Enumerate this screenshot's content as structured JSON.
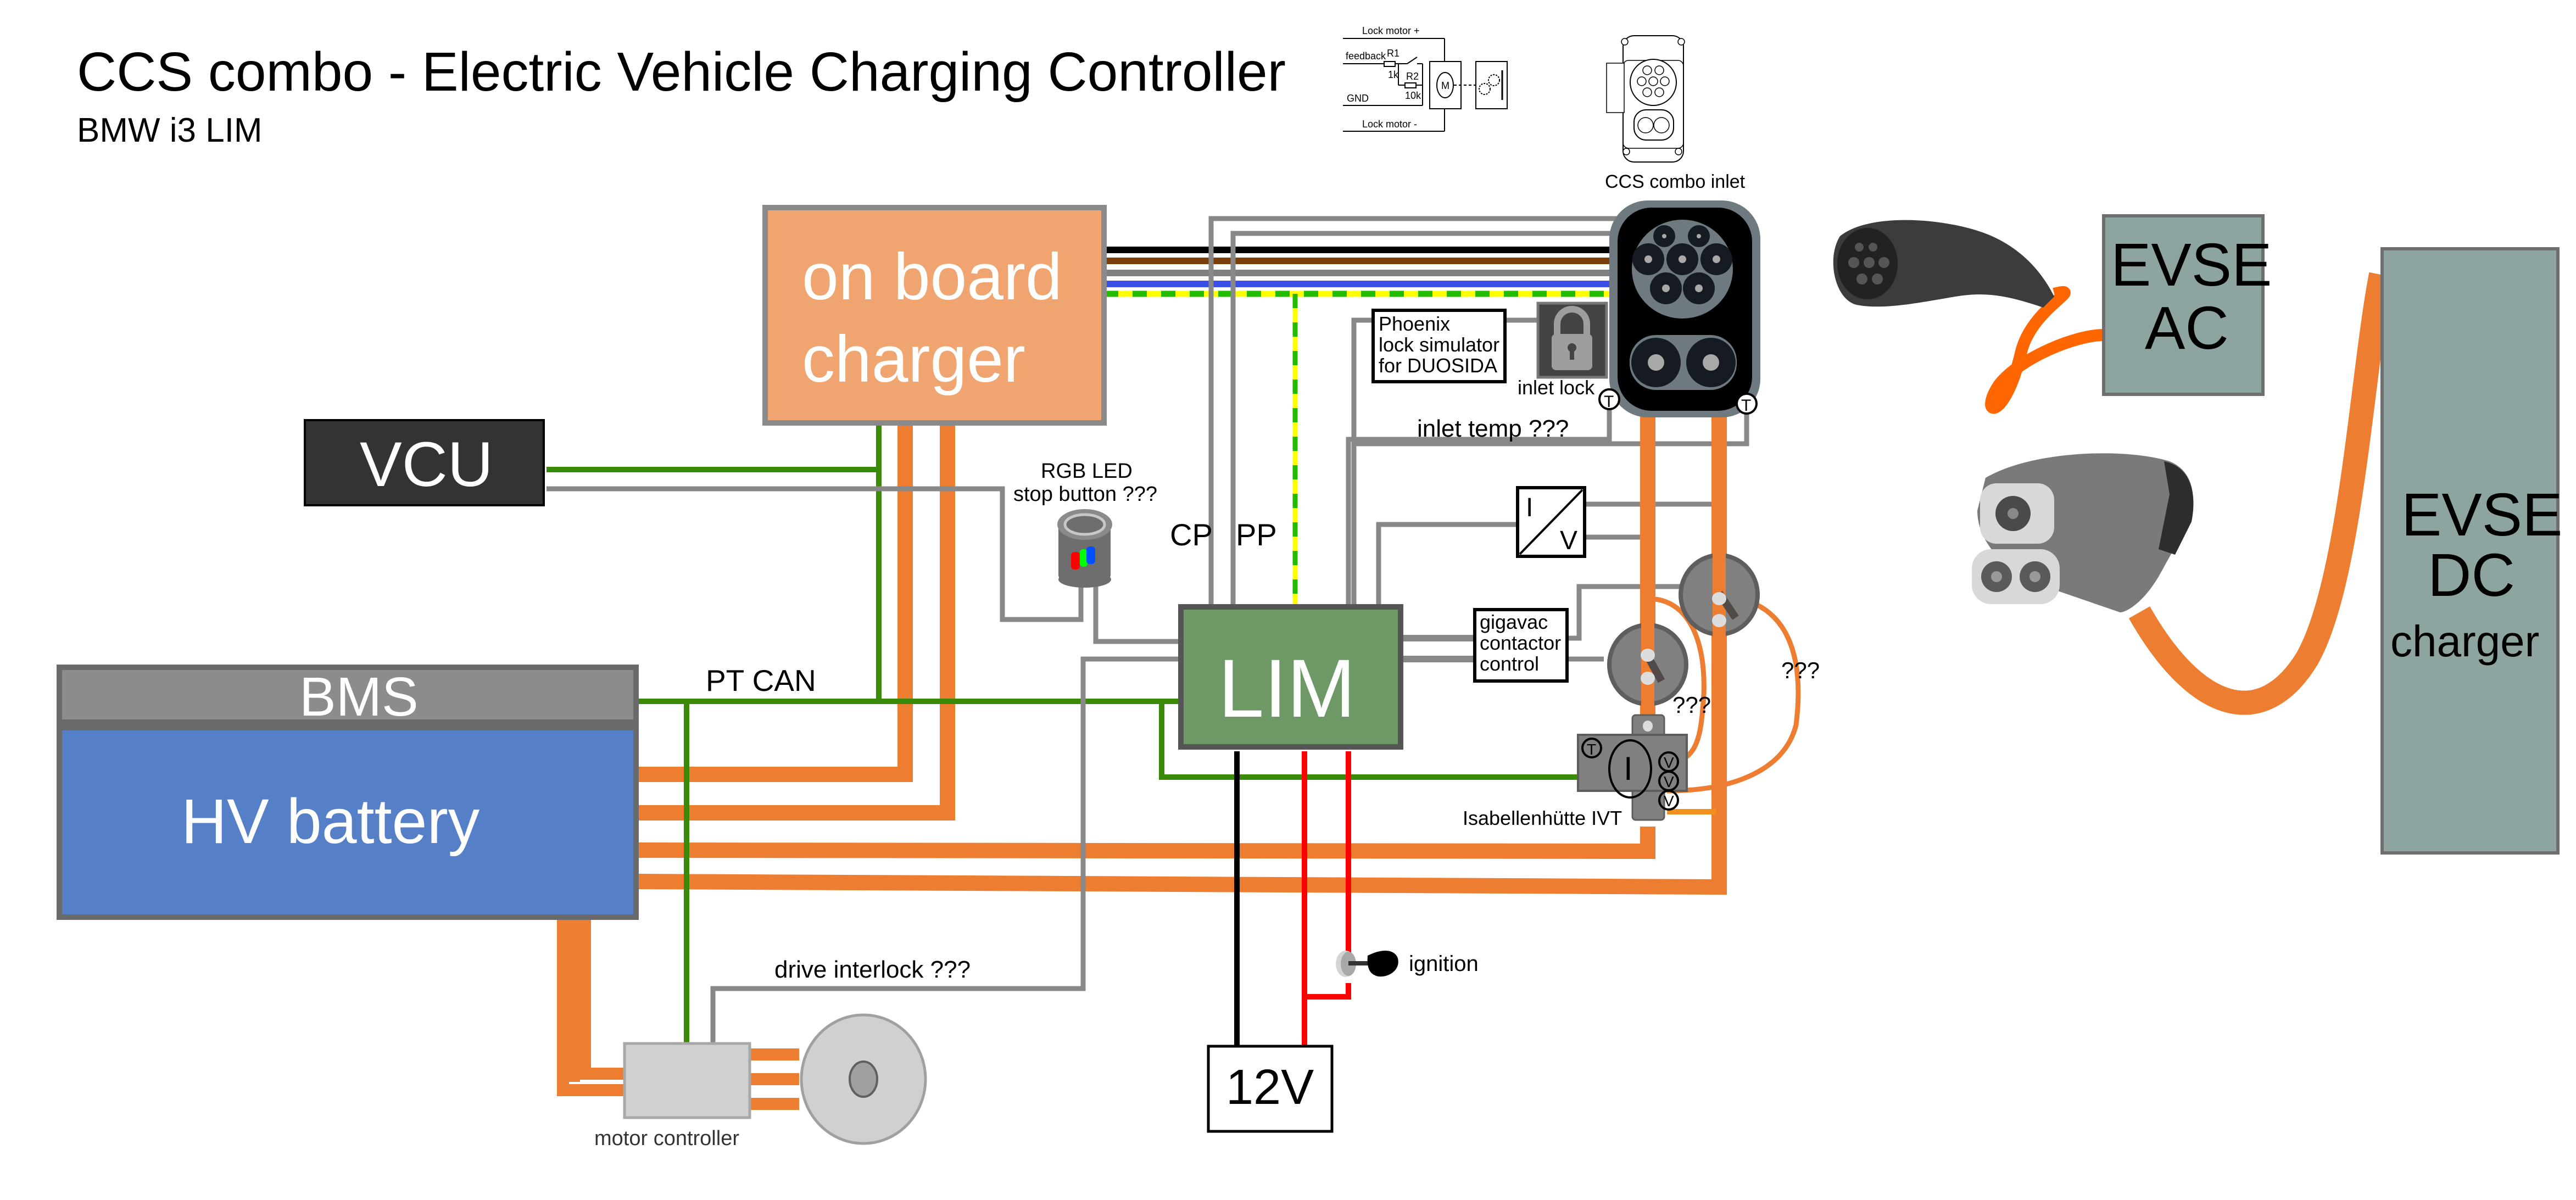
{
  "header": {
    "title": "CCS combo - Electric Vehicle Charging Controller",
    "subtitle": "BMW i3 LIM"
  },
  "lock_schematic": {
    "lines": [
      "Lock motor +",
      "feedback",
      "GND",
      "Lock motor -"
    ],
    "r1_label": "R1",
    "r1_value": "1k",
    "r2_label": "R2",
    "r2_value": "10k",
    "motor_label": "M",
    "inlet_caption": "CCS combo inlet"
  },
  "components": {
    "on_board_charger": {
      "line1": "on board",
      "line2": "charger",
      "color": "#f0a570"
    },
    "vcu": {
      "label": "VCU",
      "color": "#333333"
    },
    "bms": {
      "label": "BMS",
      "color": "#8c8c8c"
    },
    "hv_battery": {
      "label": "HV battery",
      "color": "#5580c8"
    },
    "lim": {
      "label": "LIM",
      "color": "#6e9966"
    },
    "lock_simulator": {
      "line1": "Phoenix",
      "line2": "lock simulator",
      "line3": "for DUOSIDA"
    },
    "inlet_lock": {
      "label": "inlet lock"
    },
    "current_converter": {
      "i": "I",
      "v": "V"
    },
    "gigavac": {
      "line1": "gigavac",
      "line2": "contactor",
      "line3": "control"
    },
    "ivt": {
      "label": "Isabellenhütte IVT",
      "t": "T",
      "i": "I",
      "v": "V"
    },
    "rgb_led": {
      "line1": "RGB LED",
      "line2": "stop button ???"
    },
    "battery_12v": {
      "label": "12V"
    },
    "motor_controller": {
      "label": "motor controller"
    },
    "evse_ac": {
      "line1": "EVSE",
      "line2": "AC",
      "color": "#8ea4a0"
    },
    "evse_dc": {
      "line1": "EVSE",
      "line2": "DC",
      "line3": "charger",
      "color": "#8ea4a0"
    }
  },
  "labels": {
    "cp": "CP",
    "pp": "PP",
    "pt_can": "PT CAN",
    "inlet_temp": "inlet temp ???",
    "drive_interlock": "drive interlock ???",
    "ignition": "ignition",
    "unknown1": "???",
    "unknown2": "???",
    "temp_sensor": "T"
  },
  "wire_colors": {
    "hv": "#ed7d31",
    "can": "#3a8a0a",
    "signal": "#888888",
    "power_12v": "#ff0000",
    "ground": "#000000",
    "ac_l1": "#000000",
    "ac_l2": "#7a3f0a",
    "ac_l3": "#808080",
    "ac_n": "#3a4ee8",
    "pe_green": "#22bb00",
    "pe_yellow": "#ffff00"
  }
}
